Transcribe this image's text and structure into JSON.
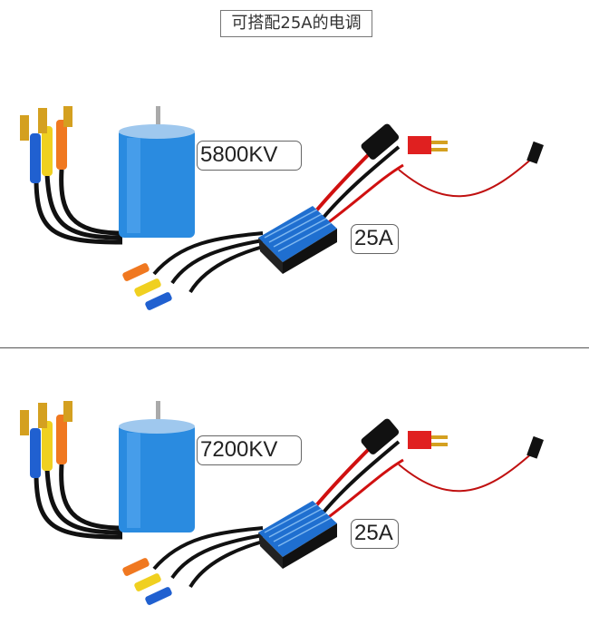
{
  "title": "可搭配25A的电调",
  "panels": [
    {
      "kv_label": "5800KV",
      "amp_label": "25A"
    },
    {
      "kv_label": "7200KV",
      "amp_label": "25A"
    }
  ],
  "colors": {
    "motor": "#2a8be0",
    "esc": "#1f6fd0",
    "bullet_orange": "#f07820",
    "bullet_yellow": "#f0d020",
    "bullet_blue": "#2060d0",
    "plug_red": "#e02020"
  }
}
